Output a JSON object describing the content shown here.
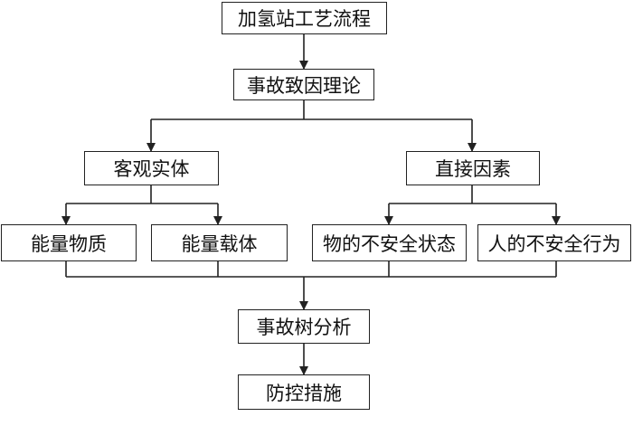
{
  "diagram": {
    "nodes": {
      "process": "加氢站工艺流程",
      "theory": "事故致因理论",
      "objective": "客观实体",
      "direct": "直接因素",
      "energy_material": "能量物质",
      "energy_carrier": "能量载体",
      "unsafe_state": "物的不安全状态",
      "unsafe_behavior": "人的不安全行为",
      "fault_tree": "事故树分析",
      "prevention": "防控措施"
    }
  }
}
